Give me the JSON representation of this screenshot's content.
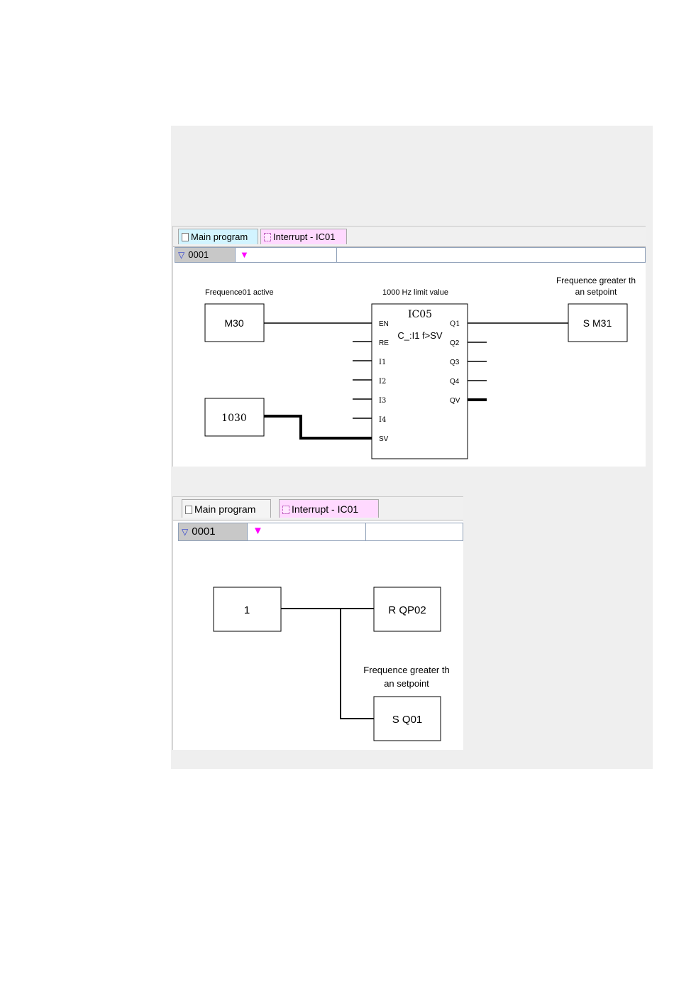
{
  "tabs": {
    "main_program": "Main program",
    "interrupt": "Interrupt - IC01"
  },
  "rung": {
    "number": "0001"
  },
  "diagram1": {
    "contact_comment": "Frequence01 active",
    "contact": "M30",
    "constant": "1030",
    "block_comment": "1000 Hz limit value",
    "block_name": "IC05",
    "block_function": "C_:I1 f>SV",
    "inputs": [
      "EN",
      "RE",
      "I1",
      "I2",
      "I3",
      "I4",
      "SV"
    ],
    "outputs": [
      "Q1",
      "Q2",
      "Q3",
      "Q4",
      "QV"
    ],
    "coil_comment_line1": "Frequence greater th",
    "coil_comment_line2": "an setpoint",
    "coil": "S M31"
  },
  "diagram2": {
    "contact": "1",
    "coil1": "R QP02",
    "coil2_comment_line1": "Frequence greater th",
    "coil2_comment_line2": "an setpoint",
    "coil2": "S Q01"
  },
  "colors": {
    "panel_bg": "#efefef",
    "main_tab_bg": "#d2f4ff",
    "interrupt_tab_bg": "#ffd9ff",
    "rung_number_bg": "#c8c8c8",
    "marker": "#ff00ff"
  },
  "icons": [
    "program-icon",
    "interrupt-icon",
    "collapse-triangle-icon",
    "rung-marker-icon"
  ]
}
